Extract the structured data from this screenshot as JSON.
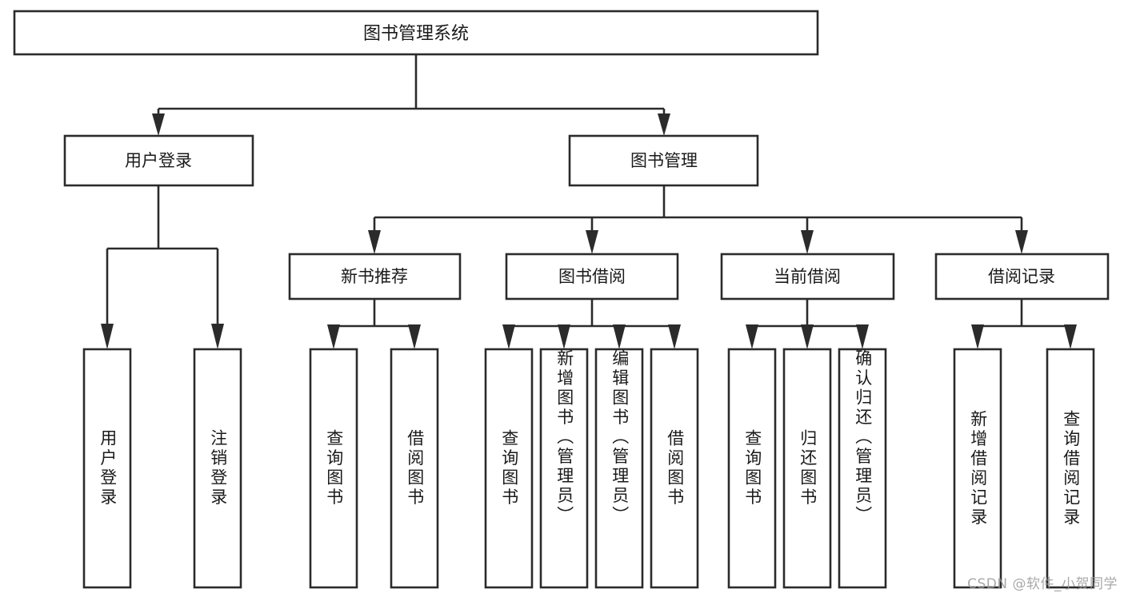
{
  "diagram": {
    "type": "tree",
    "title": "图书管理系统",
    "orientation": "top-down",
    "background_color": "#ffffff",
    "line_color": "#2b2b2b",
    "text_color": "#1a1a1a",
    "root": {
      "id": "root",
      "label": "图书管理系统"
    },
    "level2": [
      {
        "id": "user-login",
        "label": "用户登录"
      },
      {
        "id": "book-manage",
        "label": "图书管理"
      }
    ],
    "level3": [
      {
        "id": "new-book-rec",
        "label": "新书推荐",
        "parent": "book-manage"
      },
      {
        "id": "book-borrow",
        "label": "图书借阅",
        "parent": "book-manage"
      },
      {
        "id": "current-borrow",
        "label": "当前借阅",
        "parent": "book-manage"
      },
      {
        "id": "borrow-record",
        "label": "借阅记录",
        "parent": "book-manage"
      }
    ],
    "leaves": [
      {
        "id": "leaf-user-login",
        "label": "用户登录",
        "parent": "user-login"
      },
      {
        "id": "leaf-logout",
        "label": "注销登录",
        "parent": "user-login"
      },
      {
        "id": "leaf-query-book-1",
        "label": "查询图书",
        "parent": "new-book-rec"
      },
      {
        "id": "leaf-borrow-book-1",
        "label": "借阅图书",
        "parent": "new-book-rec"
      },
      {
        "id": "leaf-query-book-2",
        "label": "查询图书",
        "parent": "book-borrow"
      },
      {
        "id": "leaf-add-book",
        "label": "新增图书（管理员）",
        "parent": "book-borrow"
      },
      {
        "id": "leaf-edit-book",
        "label": "编辑图书（管理员）",
        "parent": "book-borrow"
      },
      {
        "id": "leaf-borrow-book-2",
        "label": "借阅图书",
        "parent": "book-borrow"
      },
      {
        "id": "leaf-query-book-3",
        "label": "查询图书",
        "parent": "current-borrow"
      },
      {
        "id": "leaf-return-book",
        "label": "归还图书",
        "parent": "current-borrow"
      },
      {
        "id": "leaf-confirm-return",
        "label": "确认归还（管理员）",
        "parent": "current-borrow"
      },
      {
        "id": "leaf-add-record",
        "label": "新增借阅记录",
        "parent": "borrow-record"
      },
      {
        "id": "leaf-query-record",
        "label": "查询借阅记录",
        "parent": "borrow-record"
      }
    ]
  },
  "watermark": {
    "text": "CSDN @软件_小贺同学"
  }
}
